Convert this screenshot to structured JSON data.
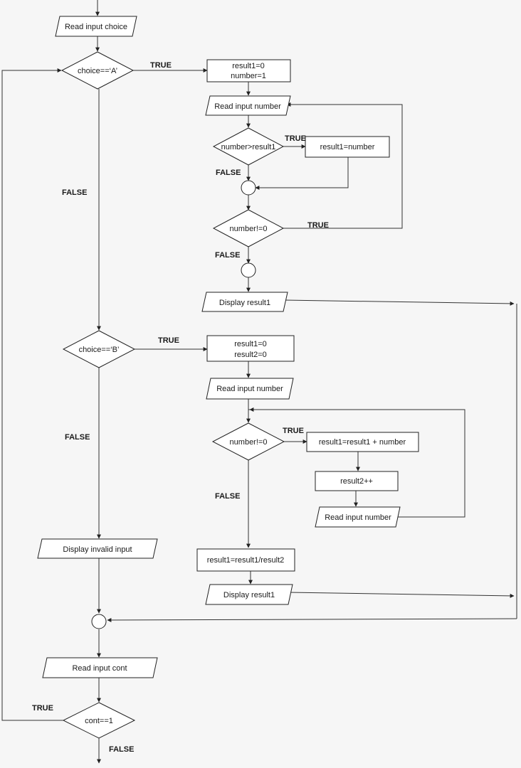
{
  "nodes": {
    "read_choice": "Read input choice",
    "dec_choice_a": "choice==‘A’",
    "a_init_1": "result1=0",
    "a_init_2": "number=1",
    "a_read_number": "Read input number",
    "dec_number_gt": "number>result1",
    "a_assign": "result1=number",
    "dec_a_nonzero": "number!=0",
    "a_display": "Display result1",
    "dec_choice_b": "choice==‘B’",
    "b_init_1": "result1=0",
    "b_init_2": "result2=0",
    "b_read_number": "Read input number",
    "dec_b_nonzero": "number!=0",
    "b_sum": "result1=result1 + number",
    "b_count": "result2++",
    "b_read_number_2": "Read input number",
    "b_average": "result1=result1/result2",
    "b_display": "Display result1",
    "invalid_display": "Display invalid input",
    "read_cont": "Read input cont",
    "dec_cont": "cont==1"
  },
  "edges": {
    "a_true": "TRUE",
    "a_false": "FALSE",
    "gt_true": "TRUE",
    "gt_false": "FALSE",
    "a_nz_true": "TRUE",
    "a_nz_false": "FALSE",
    "b_true": "TRUE",
    "b_false": "FALSE",
    "b_nz_true": "TRUE",
    "b_nz_false": "FALSE",
    "cont_true": "TRUE",
    "cont_false": "FALSE"
  }
}
